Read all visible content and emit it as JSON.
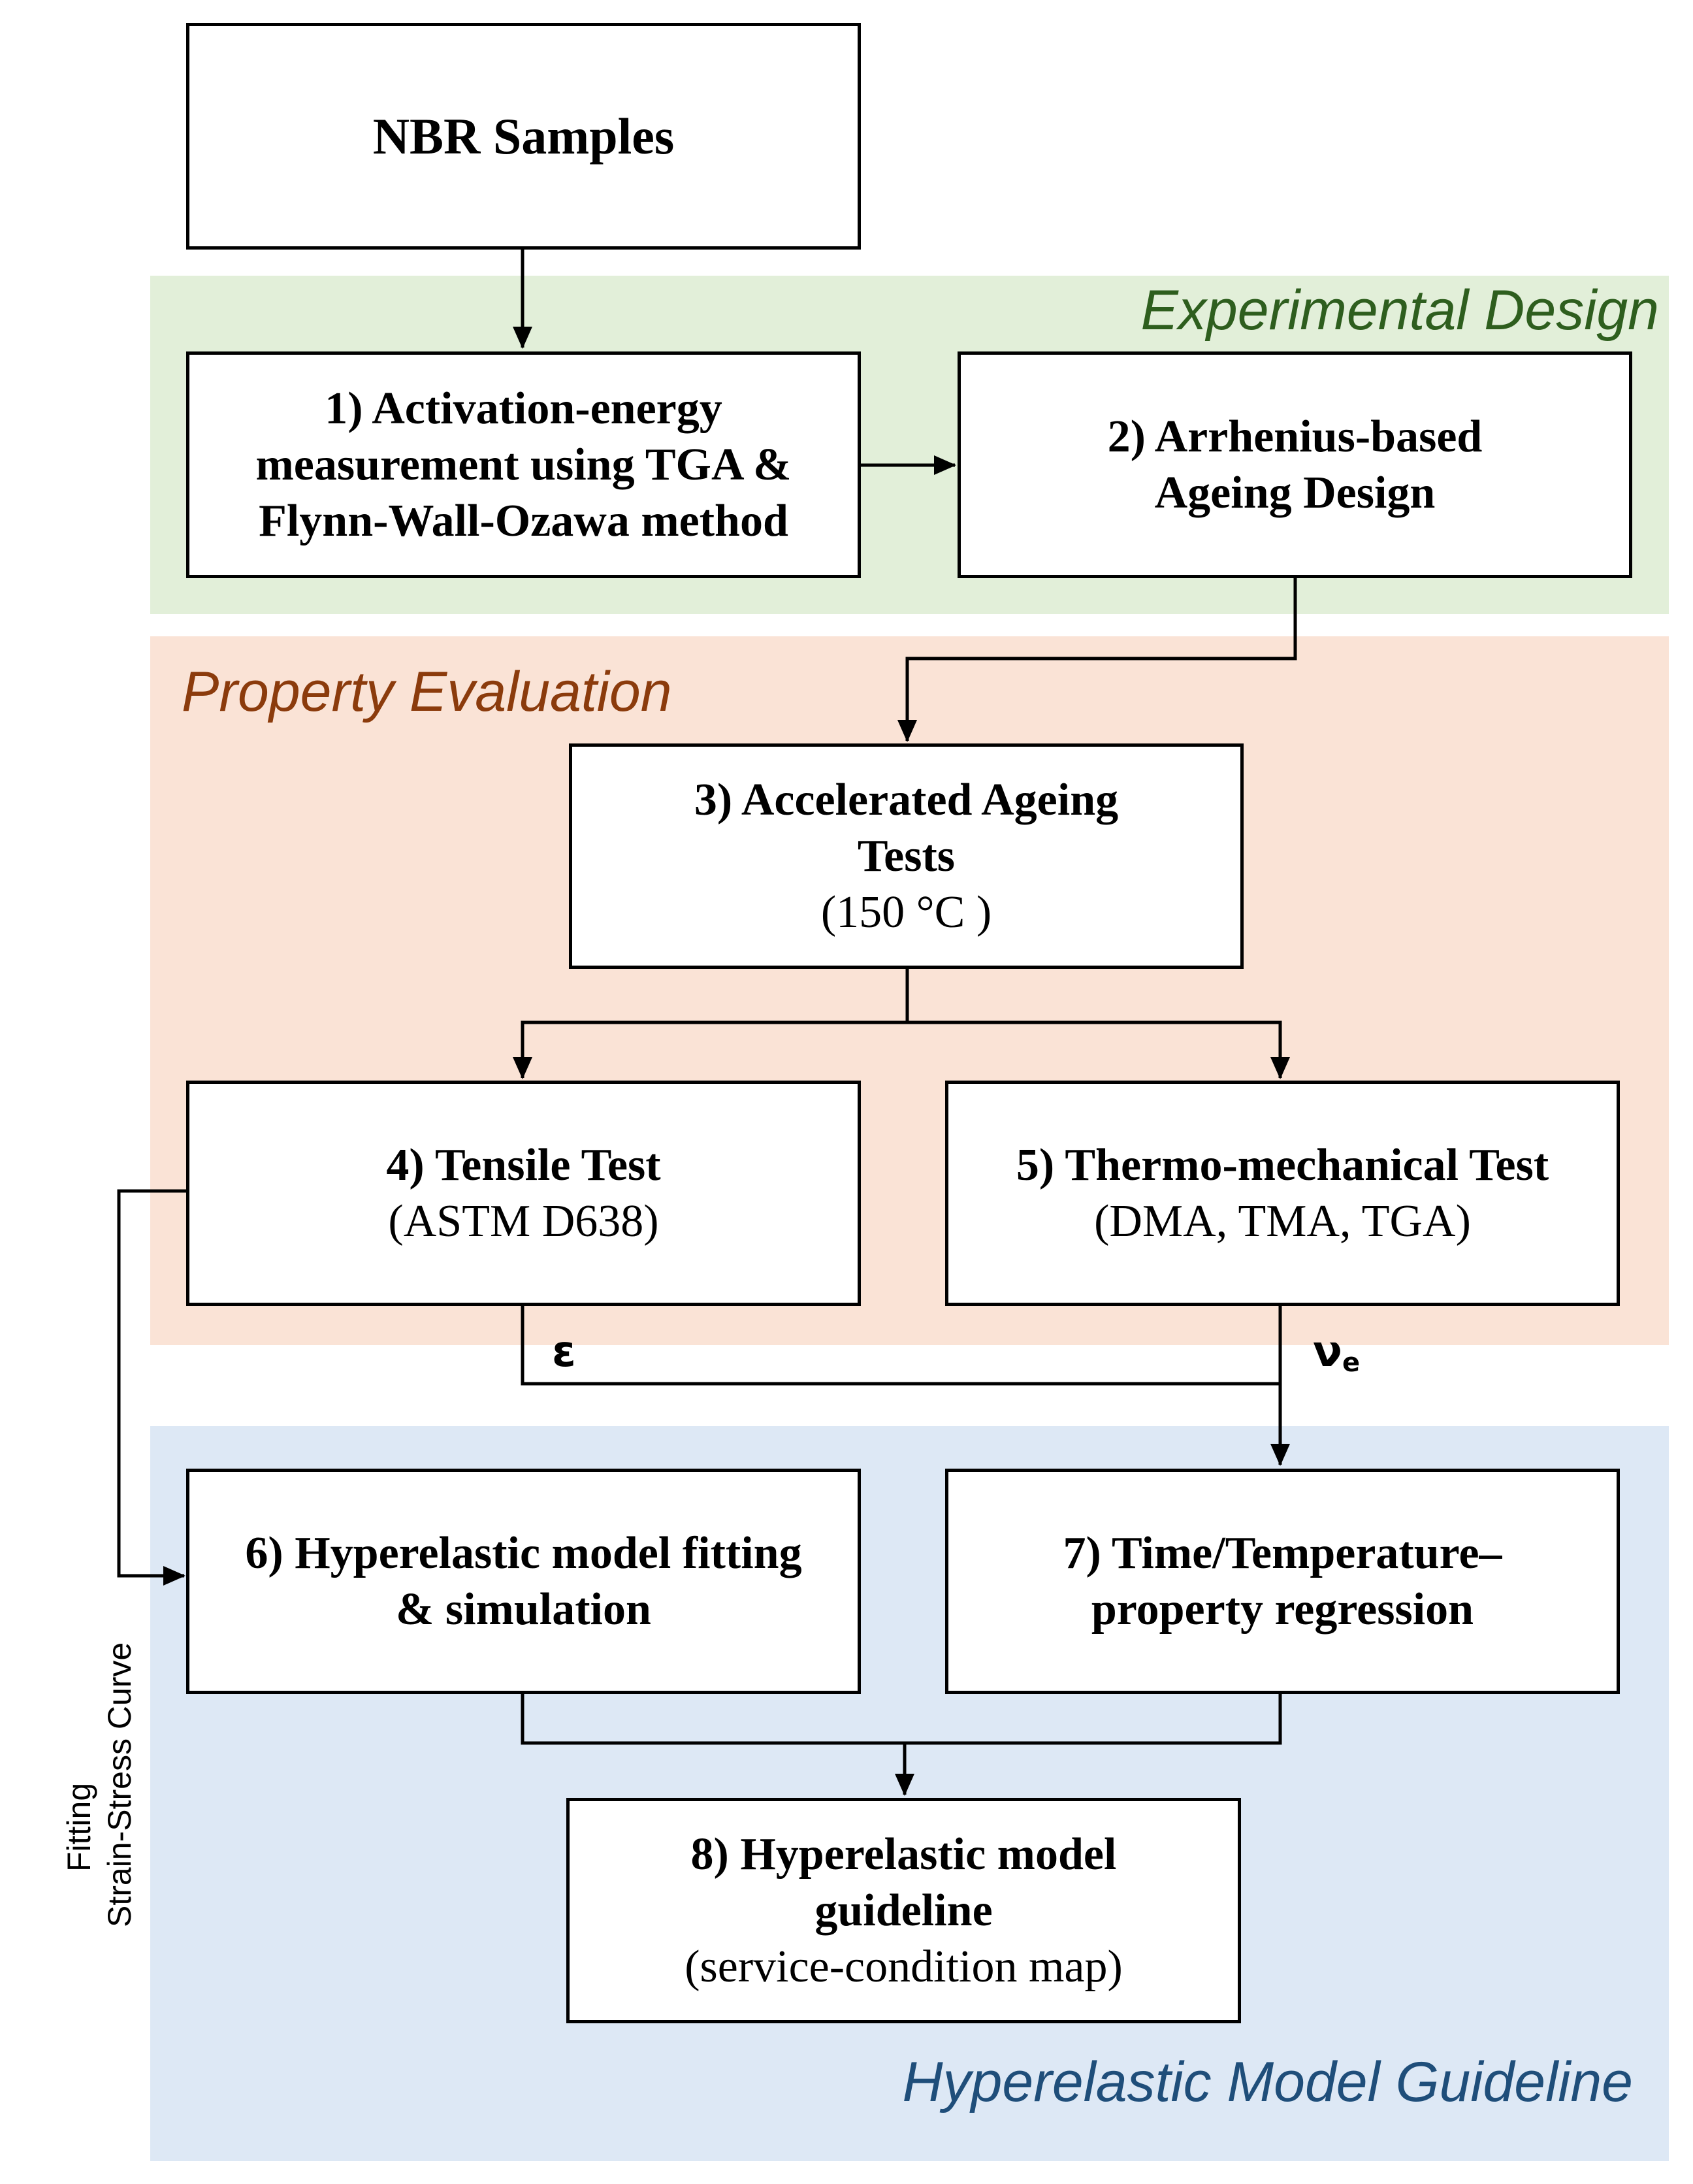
{
  "sections": {
    "experimental": {
      "label": "Experimental Design",
      "color": "#2e5e1e",
      "fill": "#e2efd9"
    },
    "property": {
      "label": "Property Evaluation",
      "color": "#8b3b0c",
      "fill": "#fae3d6"
    },
    "guideline": {
      "label": "Hyperelastic Model Guideline",
      "color": "#1f4e7a",
      "fill": "#dde8f5"
    }
  },
  "nodes": {
    "samples": {
      "title": "NBR Samples"
    },
    "n1": {
      "line1": "1) Activation-energy",
      "line2": "measurement using TGA &",
      "line3": "Flynn-Wall-Ozawa method"
    },
    "n2": {
      "line1": "2) Arrhenius-based",
      "line2": "Ageing Design"
    },
    "n3": {
      "line1": "3) Accelerated Ageing",
      "line2": "Tests",
      "sub": "(150  °C )"
    },
    "n4": {
      "title": "4) Tensile Test",
      "sub": "(ASTM D638)"
    },
    "n5": {
      "title": "5) Thermo-mechanical Test",
      "sub": "(DMA, TMA, TGA)"
    },
    "n6": {
      "line1": "6) Hyperelastic model fitting",
      "line2": "& simulation"
    },
    "n7": {
      "line1": "7)  Time/Temperature–",
      "line2": "property regression"
    },
    "n8": {
      "line1": "8) Hyperelastic model",
      "line2": "guideline",
      "sub": "(service-condition map)"
    }
  },
  "edges": {
    "strain_symbol": "ε",
    "crosslink_symbol": "ν",
    "crosslink_sub": "e",
    "side_label_line1": "Fitting",
    "side_label_line2": "Strain-Stress Curve"
  }
}
